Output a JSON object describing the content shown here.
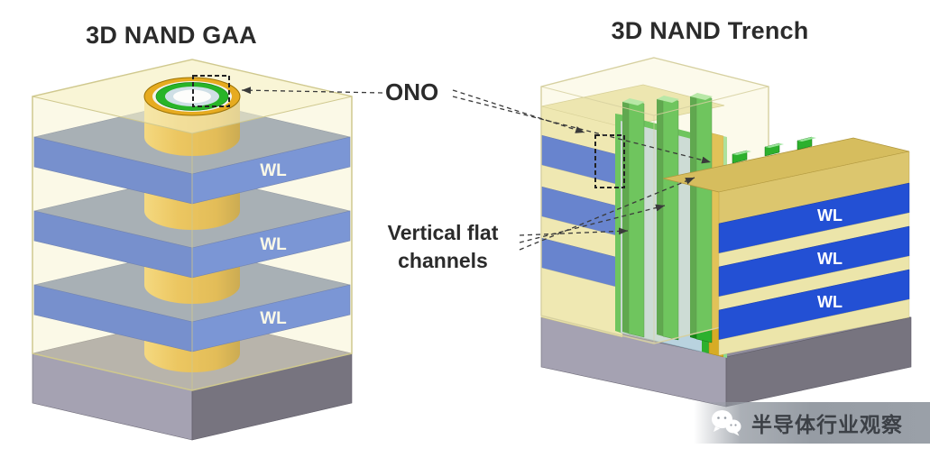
{
  "titles": {
    "left": "3D NAND GAA",
    "right": "3D NAND Trench"
  },
  "annotations": {
    "ono": "ONO",
    "channels_line1": "Vertical flat",
    "channels_line2": "channels",
    "wl": "WL"
  },
  "watermark": {
    "text": "半导体行业观察",
    "icon": "wechat-icon"
  },
  "colors": {
    "wordline_blue": "#2350d4",
    "wordline_top_blue": "#7585ac",
    "channel_gold": "#e6ab20",
    "ono_green": "#2db02d",
    "oxide_pale_yellow": "#f5efc2",
    "trench_sidewall_cyan": "#b9d3df",
    "substrate_gray": "#8f8c9c",
    "background": "#ffffff"
  }
}
